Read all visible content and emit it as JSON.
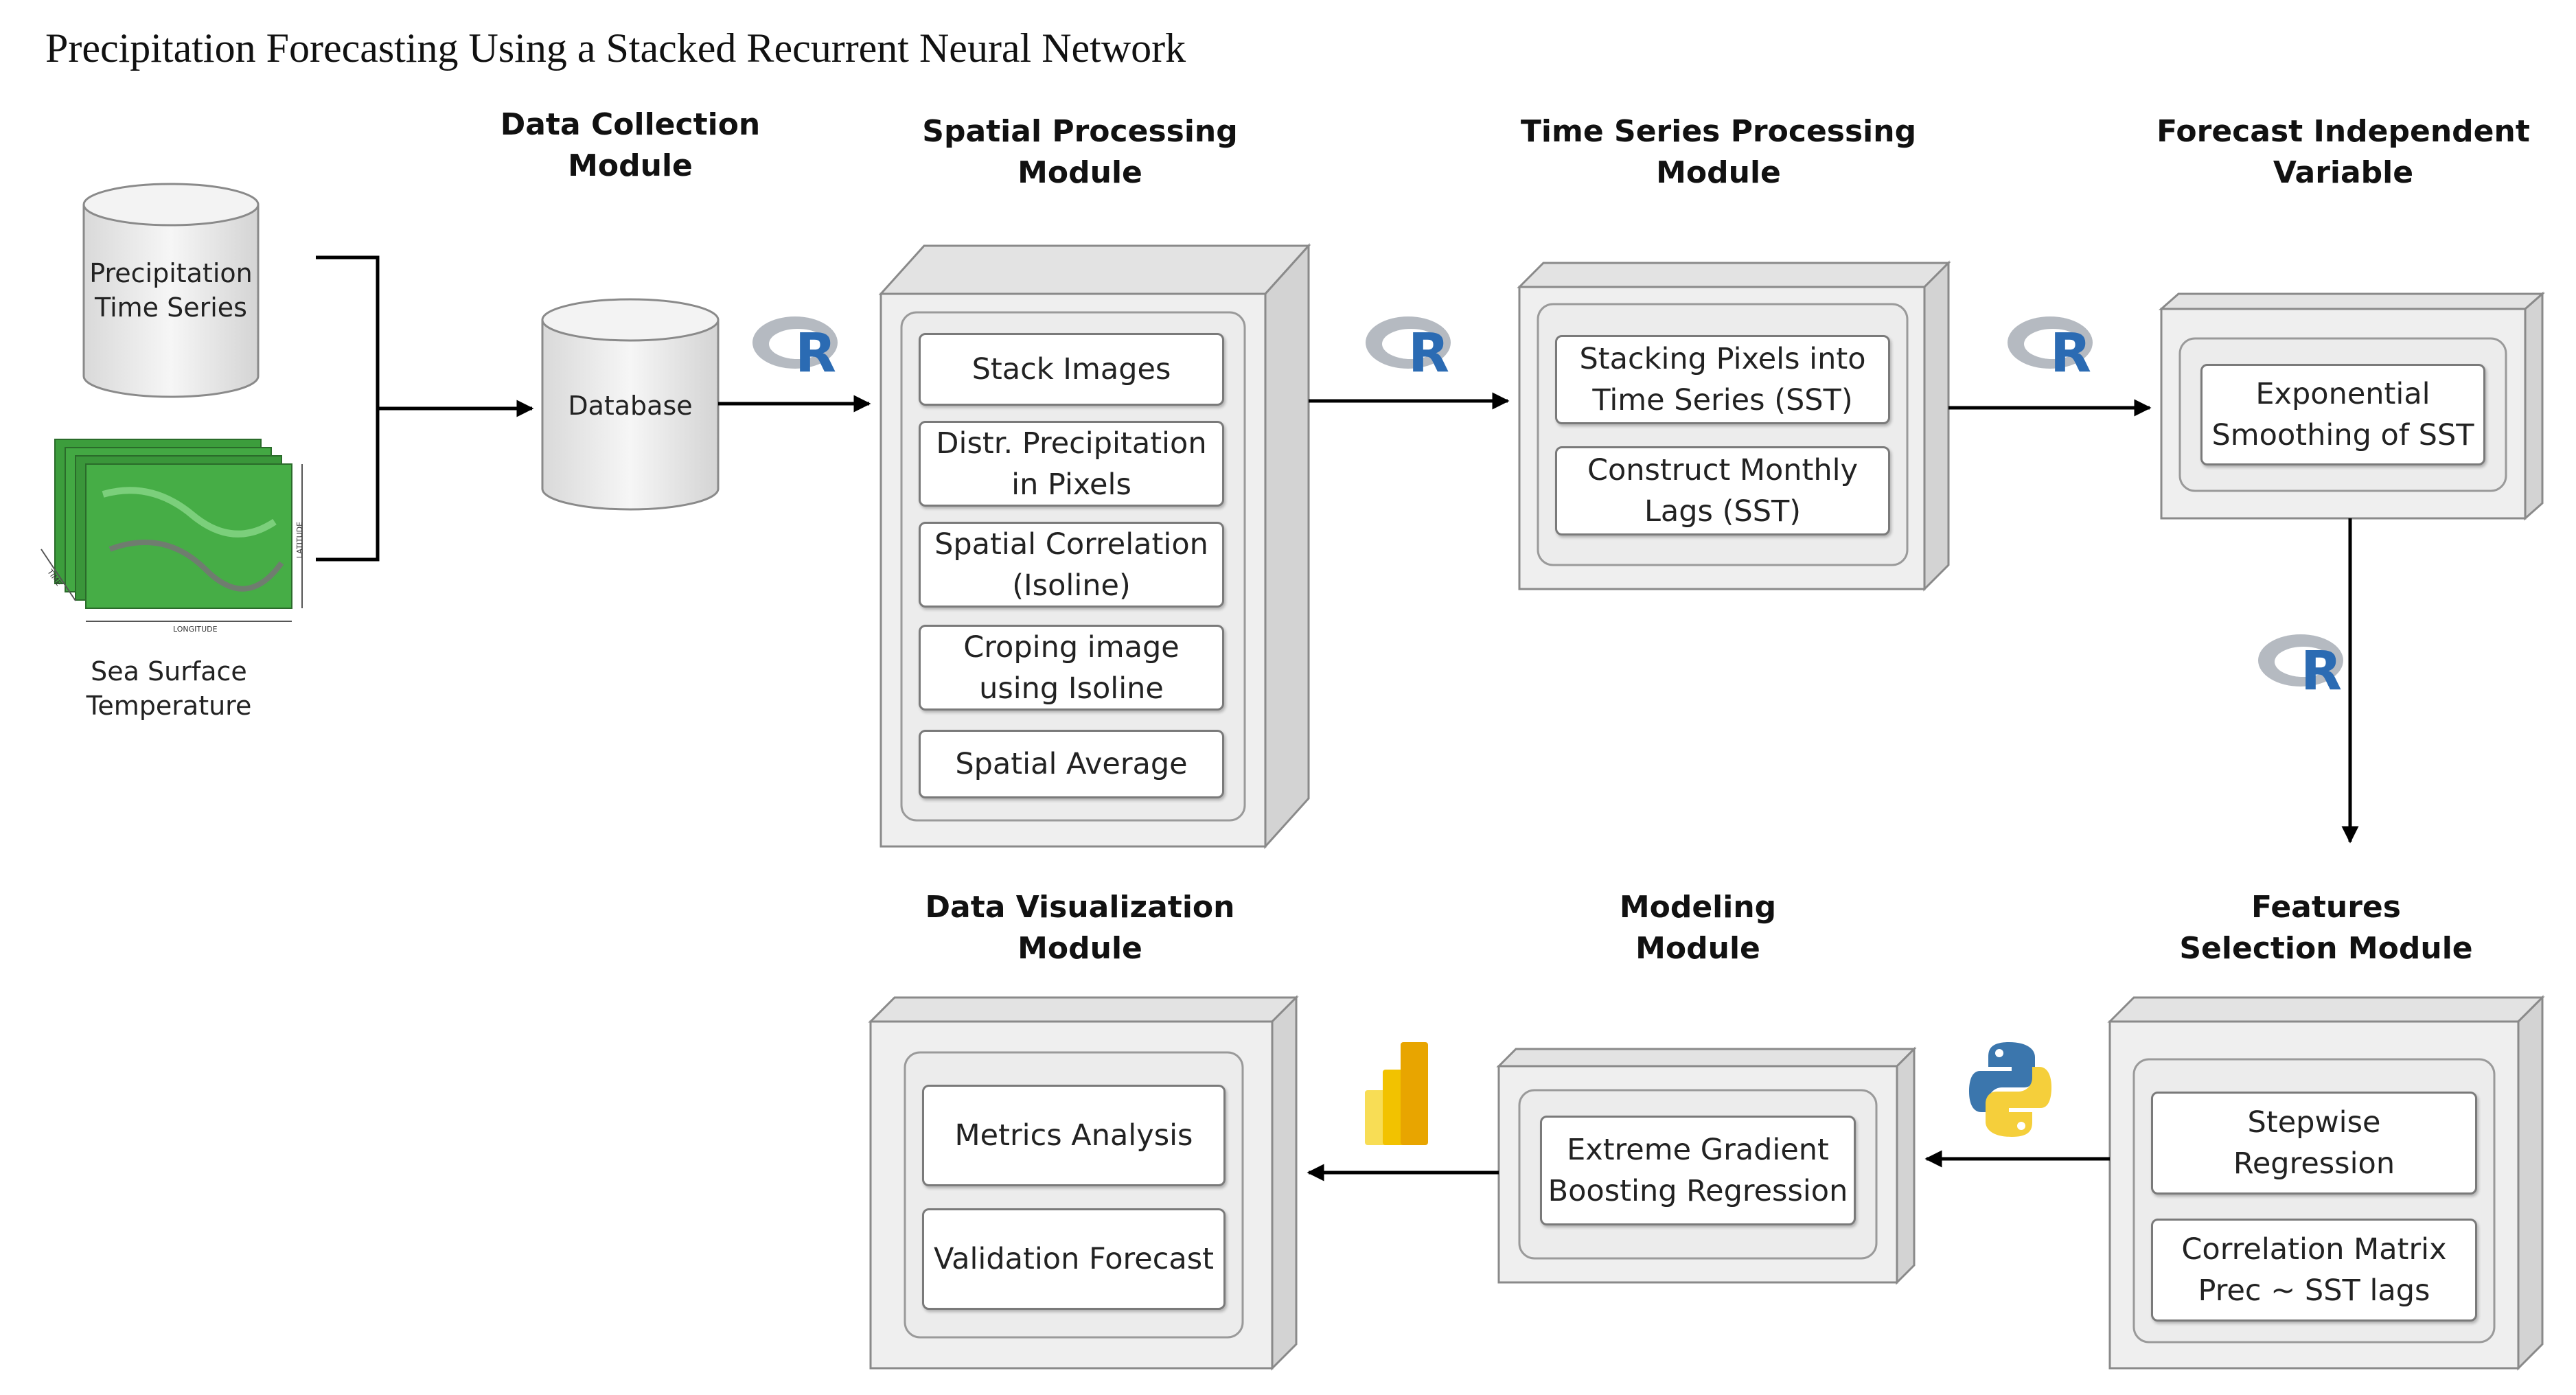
{
  "title": "Precipitation Forecasting Using a Stacked Recurrent Neural Network",
  "inputs": {
    "precipitation_label": [
      "Precipitation",
      "Time Series"
    ],
    "sst_label": [
      "Sea Surface",
      "Temperature"
    ],
    "sst_axis_time": "TIME",
    "sst_axis_longitude": "LONGITUDE",
    "sst_axis_latitude": "LATITUDE"
  },
  "data_collection": {
    "heading": [
      "Data Collection",
      "Module"
    ],
    "database_label": "Database"
  },
  "spatial_processing": {
    "heading": [
      "Spatial Processing",
      "Module"
    ],
    "steps": [
      [
        "Stack Images"
      ],
      [
        "Distr. Precipitation",
        "in Pixels"
      ],
      [
        "Spatial Correlation",
        "(Isoline)"
      ],
      [
        "Croping image",
        "using Isoline"
      ],
      [
        "Spatial Average"
      ]
    ]
  },
  "time_series_processing": {
    "heading": [
      "Time Series Processing",
      "Module"
    ],
    "steps": [
      [
        "Stacking Pixels into",
        "Time Series (SST)"
      ],
      [
        "Construct Monthly",
        "Lags (SST)"
      ]
    ]
  },
  "forecast_independent": {
    "heading": [
      "Forecast Independent",
      "Variable"
    ],
    "steps": [
      [
        "Exponential",
        "Smoothing of SST"
      ]
    ]
  },
  "features_selection": {
    "heading": [
      "Features",
      "Selection Module"
    ],
    "steps": [
      [
        "Stepwise",
        "Regression"
      ],
      [
        "Correlation Matrix",
        "Prec ~ SST lags"
      ]
    ]
  },
  "modeling": {
    "heading": [
      "Modeling",
      "Module"
    ],
    "steps": [
      [
        "Extreme Gradient",
        "Boosting Regression"
      ]
    ]
  },
  "data_visualization": {
    "heading": [
      "Data Visualization",
      "Module"
    ],
    "steps": [
      [
        "Metrics Analysis"
      ],
      [
        "Validation Forecast"
      ]
    ]
  },
  "tool_logos": {
    "r_letter": "R",
    "colors": {
      "r_ring": "#9aa0a8",
      "r_letter": "#2b6bb3",
      "python_blue": "#3b76ad",
      "python_yellow": "#f5cf3b",
      "powerbi_dark": "#e8a500",
      "powerbi_mid": "#f2c200",
      "powerbi_light": "#f8dd55",
      "box_face": "#efefef",
      "box_side": "#d3d3d3",
      "box_top": "#e3e3e3"
    }
  }
}
